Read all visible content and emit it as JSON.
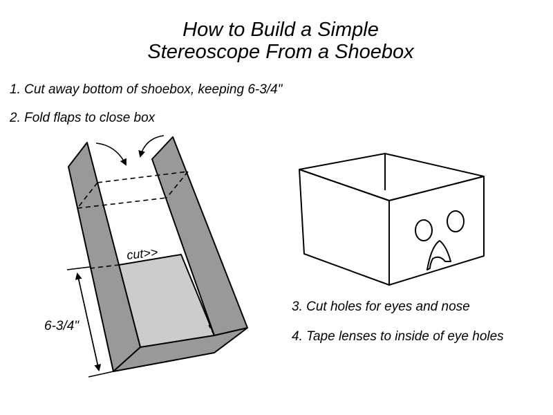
{
  "title": {
    "line1": "How to Build a Simple",
    "line2": "Stereoscope From a Shoebox"
  },
  "steps": [
    "1. Cut away bottom of shoebox, keeping 6-3/4\"",
    "2. Fold flaps to close box",
    "3. Cut holes for eyes and nose",
    "4. Tape lenses to inside of eye holes"
  ],
  "diagram_labels": {
    "cut": "cut>>",
    "dimension": "6-3/4\""
  },
  "colors": {
    "side_wall": "#999999",
    "bottom": "#cccccc",
    "outline": "#000000"
  }
}
